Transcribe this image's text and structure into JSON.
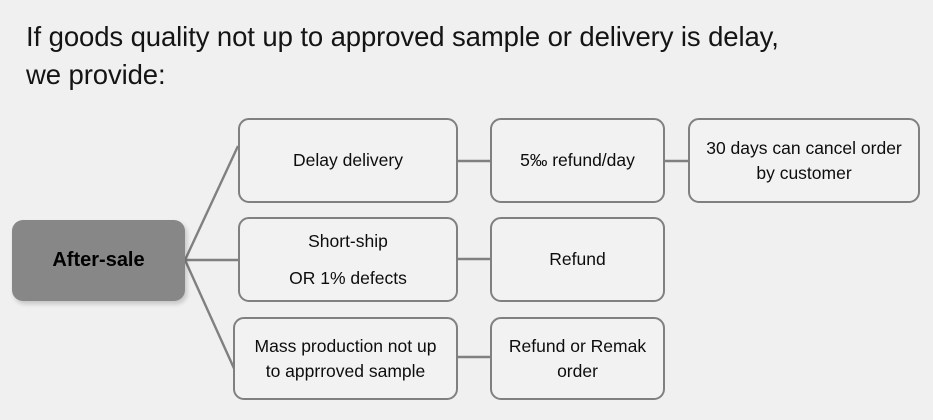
{
  "slide": {
    "background_color": "#f0f0f0",
    "title": "If goods quality not up to approved sample or delivery is delay,\nwe provide:"
  },
  "diagram": {
    "type": "tree",
    "root": {
      "label": "After-sale",
      "fill_color": "#878787",
      "text_color": "#000000"
    },
    "box_style": {
      "fill_color": "#f2f2f2",
      "border_color": "#808080",
      "text_color": "#0d0d0d"
    },
    "connector_color": "#808080",
    "branches": [
      {
        "row": 1,
        "steps": [
          {
            "lines": [
              "Delay delivery"
            ]
          },
          {
            "lines": [
              "5‰ refund/day"
            ]
          },
          {
            "lines": [
              "30 days can cancel order",
              "by customer"
            ]
          }
        ]
      },
      {
        "row": 2,
        "steps": [
          {
            "lines": [
              "Short-ship",
              "OR 1% defects"
            ]
          },
          {
            "lines": [
              "Refund"
            ]
          }
        ]
      },
      {
        "row": 3,
        "steps": [
          {
            "lines": [
              "Mass production not up",
              "to apprroved sample"
            ]
          },
          {
            "lines": [
              "Refund or Remak",
              "order"
            ]
          }
        ]
      }
    ]
  }
}
